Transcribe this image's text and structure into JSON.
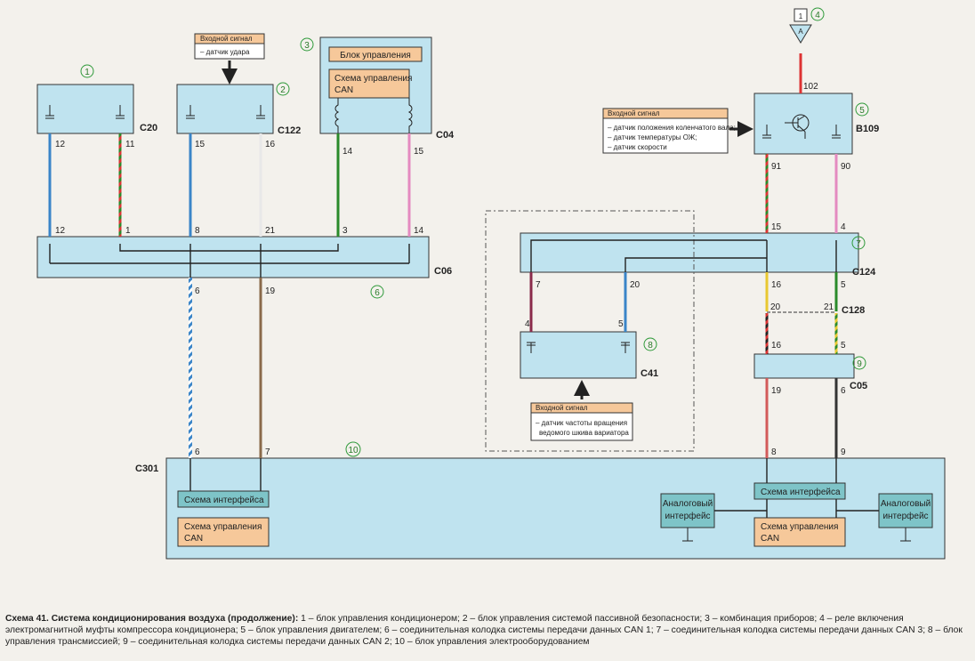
{
  "components": [
    {
      "num": "1",
      "connector": "C20",
      "pins": [
        "12",
        "11"
      ]
    },
    {
      "num": "2",
      "connector": "C122",
      "pins": [
        "15",
        "16"
      ],
      "input_title": "Входной сигнал",
      "input_items": [
        "– датчик удара"
      ]
    },
    {
      "num": "3",
      "connector": "C04",
      "pins": [
        "14",
        "15"
      ],
      "title": "Блок управления",
      "inner": [
        "Схема управления",
        "CAN"
      ]
    },
    {
      "num": "4",
      "relay_label": "1",
      "relay_tag": "A",
      "pin": "102"
    },
    {
      "num": "5",
      "connector": "B109",
      "pins": [
        "91",
        "90"
      ],
      "input_title": "Входной сигнал",
      "input_items": [
        "– датчик положения коленчатого вала;",
        "– датчик температуры ОЖ;",
        "– датчик скорости"
      ]
    },
    {
      "num": "6",
      "connector": "C06",
      "top_pins": [
        "12",
        "1",
        "8",
        "21",
        "3",
        "14"
      ],
      "bottom_pins": [
        "6",
        "19"
      ]
    },
    {
      "num": "7",
      "connector": "C124",
      "top_pins": [
        "15",
        "4"
      ],
      "bottom_pins": [
        "7",
        "20",
        "16",
        "5"
      ]
    },
    {
      "num": "8",
      "connector": "C41",
      "pins": [
        "4",
        "5"
      ],
      "input_title": "Входной сигнал",
      "input_items": [
        "– датчик частоты вращения",
        "ведомого шкива вариатора"
      ]
    },
    {
      "num": "9",
      "connector": "C05",
      "top_pins": [
        "16",
        "5"
      ],
      "bottom_pins": [
        "19",
        "6"
      ]
    },
    {
      "num": "10",
      "connector": "C301",
      "pins": [
        "6",
        "7",
        "8",
        "9"
      ],
      "interface": "Схема интерфейса",
      "can_control": [
        "Схема управления",
        "CAN"
      ],
      "analog": [
        "Аналоговый",
        "интерфейс"
      ]
    }
  ],
  "c128": {
    "label": "C128",
    "pins": [
      "20",
      "21"
    ]
  },
  "caption": {
    "bold": "Схема 41. Система кондиционирования воздуха (продолжение):",
    "text": " 1 – блок управления кондиционером; 2 – блок управления системой пассивной безопасности; 3 – комбинация приборов; 4 – реле включения электромагнитной муфты компрессора кондиционера; 5 – блок управления двигателем; 6 – соединительная колодка системы передачи данных CAN 1; 7 – соединительная колодка системы передачи данных CAN 3; 8 – блок управления трансмиссией; 9 – соединительная колодка системы передачи данных CAN 2; 10 – блок управления электрооборудованием"
  },
  "colors": {
    "box": "#bfe3ef",
    "orange": "#f6c89a",
    "teal": "#7ec4c8",
    "green": "#2f9a3a"
  }
}
